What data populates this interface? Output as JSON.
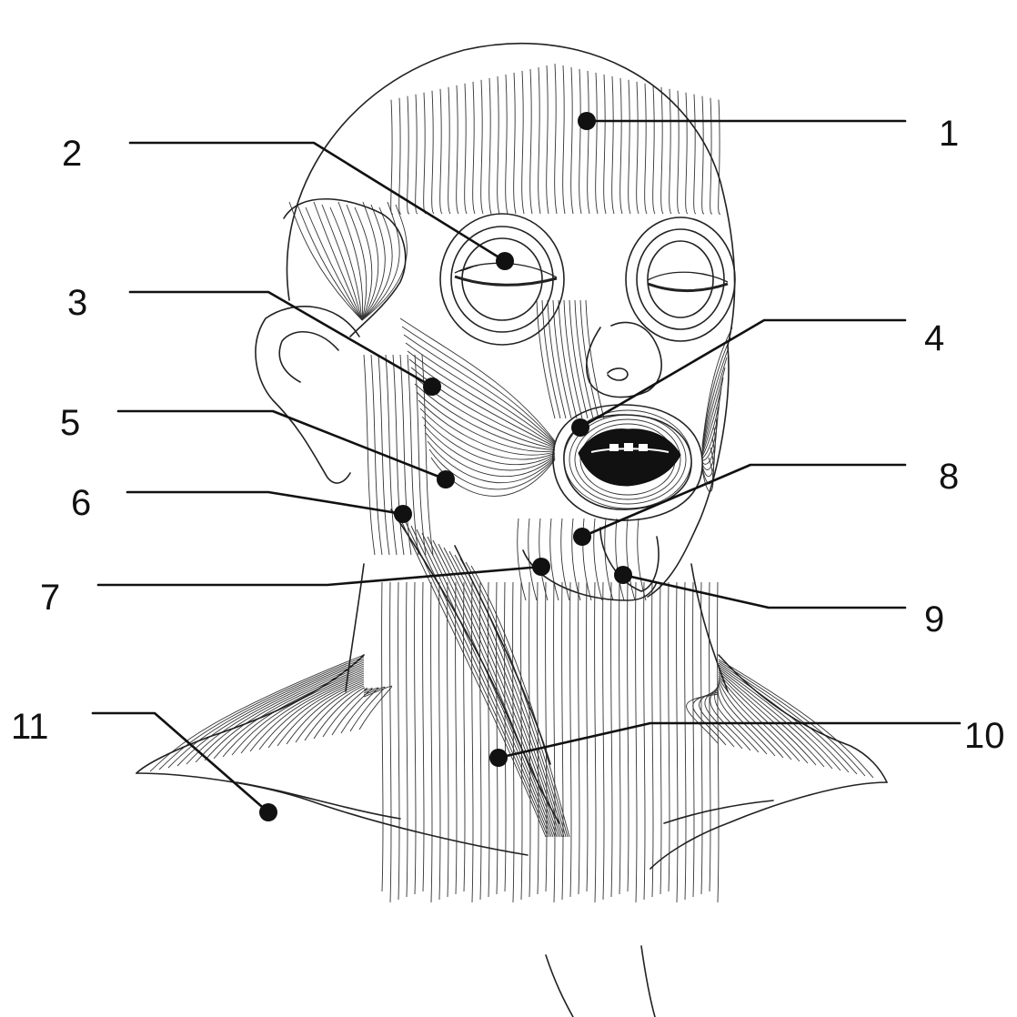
{
  "labels": [
    {
      "id": "1",
      "text": "1"
    },
    {
      "id": "2",
      "text": "2"
    },
    {
      "id": "3",
      "text": "3"
    },
    {
      "id": "4",
      "text": "4"
    },
    {
      "id": "5",
      "text": "5"
    },
    {
      "id": "6",
      "text": "6"
    },
    {
      "id": "7",
      "text": "7"
    },
    {
      "id": "8",
      "text": "8"
    },
    {
      "id": "9",
      "text": "9"
    },
    {
      "id": "10",
      "text": "10"
    },
    {
      "id": "11",
      "text": "11"
    }
  ],
  "colors": {
    "ink": "#111111",
    "background": "#ffffff"
  }
}
